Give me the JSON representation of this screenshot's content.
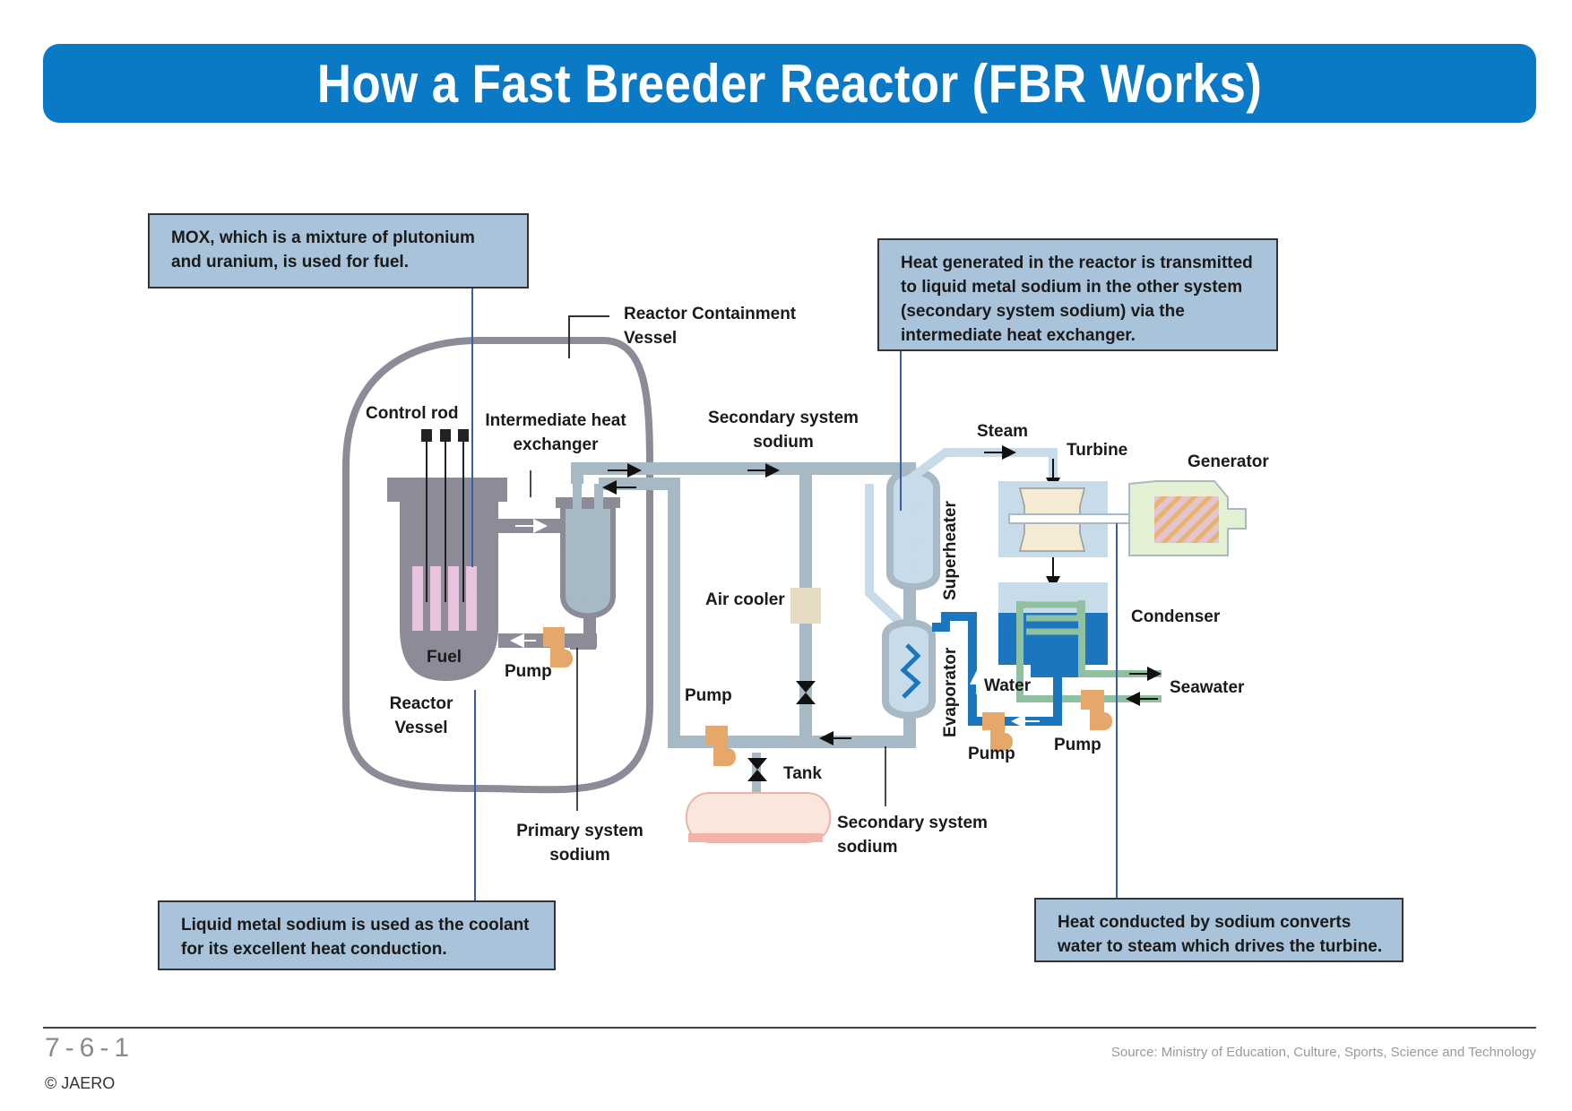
{
  "title": "How a Fast Breeder Reactor (FBR Works)",
  "callouts": {
    "mox": "MOX, which is a mixture of plutonium and uranium, is used for fuel.",
    "coolant": "Liquid metal sodium is used as the coolant for its excellent heat conduction.",
    "heat_transfer": "Heat generated in the reactor is transmitted to liquid metal sodium in the other system (secondary system sodium) via the intermediate heat exchanger.",
    "turbine": "Heat conducted by sodium converts water to steam which drives the turbine."
  },
  "labels": {
    "containment_1": "Reactor Containment",
    "containment_2": "Vessel",
    "control_rod": "Control rod",
    "ihx_1": "Intermediate heat",
    "ihx_2": "exchanger",
    "secondary_top_1": "Secondary system",
    "secondary_top_2": "sodium",
    "fuel": "Fuel",
    "pump_primary": "Pump",
    "reactor_vessel_1": "Reactor",
    "reactor_vessel_2": "Vessel",
    "primary_1": "Primary system",
    "primary_2": "sodium",
    "air_cooler": "Air cooler",
    "pump_secondary": "Pump",
    "tank": "Tank",
    "secondary_bottom_1": "Secondary system",
    "secondary_bottom_2": "sodium",
    "steam": "Steam",
    "turbine": "Turbine",
    "generator": "Generator",
    "superheater": "Superheater",
    "evaporator": "Evaporator",
    "condenser": "Condenser",
    "water": "Water",
    "seawater": "Seawater",
    "pump_water": "Pump",
    "pump_seawater": "Pump"
  },
  "footer": {
    "page_number": "7-6-1",
    "copyright": "© JAERO",
    "source": "Source: Ministry of Education, Culture, Sports, Science and Technology"
  },
  "colors": {
    "title_bg": "#0a7ac6",
    "callout_bg": "#a9c4da",
    "sodium_pipe": "#a7b9c4",
    "reactor_gray": "#8c8c99",
    "fuel_pink": "#e7c3dd",
    "pump_orange": "#e5a86a",
    "water_blue": "#1b76bd",
    "seawater_green": "#8fc0a0",
    "steam_light": "#c8dbe8"
  }
}
